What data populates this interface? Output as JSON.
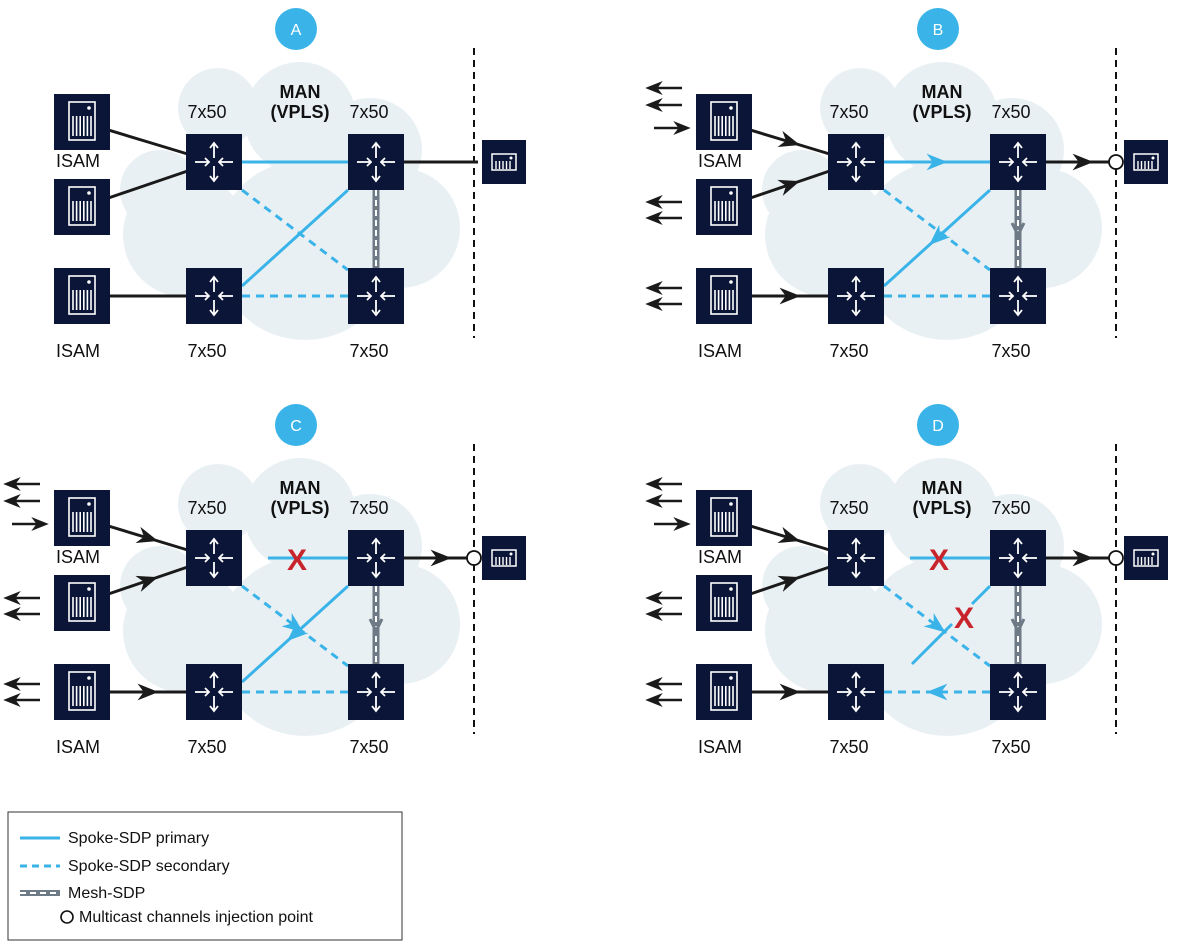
{
  "colors": {
    "navy": "#0b1537",
    "cloud": "#e9f0f4",
    "primary": "#3ab4e8",
    "secondary": "#3ab4e8",
    "mesh": "#6e7a86",
    "access": "#1a1a1a",
    "failure": "#c8242b"
  },
  "icons": {
    "router": "router-icon",
    "isam": "isam-shelf-icon",
    "source": "multicast-source-icon"
  },
  "panels": [
    {
      "id": "A",
      "badge": "A",
      "man_line1": "MAN",
      "man_line2": "(VPLS)",
      "router_tl": "7x50",
      "router_tr": "7x50",
      "router_bl": "7x50",
      "router_br": "7x50",
      "isam_top": "ISAM",
      "isam_bottom": "ISAM",
      "failures": []
    },
    {
      "id": "B",
      "badge": "B",
      "man_line1": "MAN",
      "man_line2": "(VPLS)",
      "router_tl": "7x50",
      "router_tr": "7x50",
      "router_bl": "7x50",
      "router_br": "7x50",
      "isam_top": "ISAM",
      "isam_bottom": "ISAM",
      "failures": []
    },
    {
      "id": "C",
      "badge": "C",
      "man_line1": "MAN",
      "man_line2": "(VPLS)",
      "router_tl": "7x50",
      "router_tr": "7x50",
      "router_bl": "7x50",
      "router_br": "7x50",
      "isam_top": "ISAM",
      "isam_bottom": "ISAM",
      "failures": [
        "X"
      ]
    },
    {
      "id": "D",
      "badge": "D",
      "man_line1": "MAN",
      "man_line2": "(VPLS)",
      "router_tl": "7x50",
      "router_tr": "7x50",
      "router_bl": "7x50",
      "router_br": "7x50",
      "isam_top": "ISAM",
      "isam_bottom": "ISAM",
      "failures": [
        "X",
        "X"
      ]
    }
  ],
  "legend": {
    "items": [
      {
        "key": "primary",
        "label": "Spoke-SDP primary"
      },
      {
        "key": "secondary",
        "label": "Spoke-SDP secondary"
      },
      {
        "key": "mesh",
        "label": "Mesh-SDP"
      },
      {
        "key": "injection",
        "label": "Multicast channels injection point"
      }
    ]
  }
}
